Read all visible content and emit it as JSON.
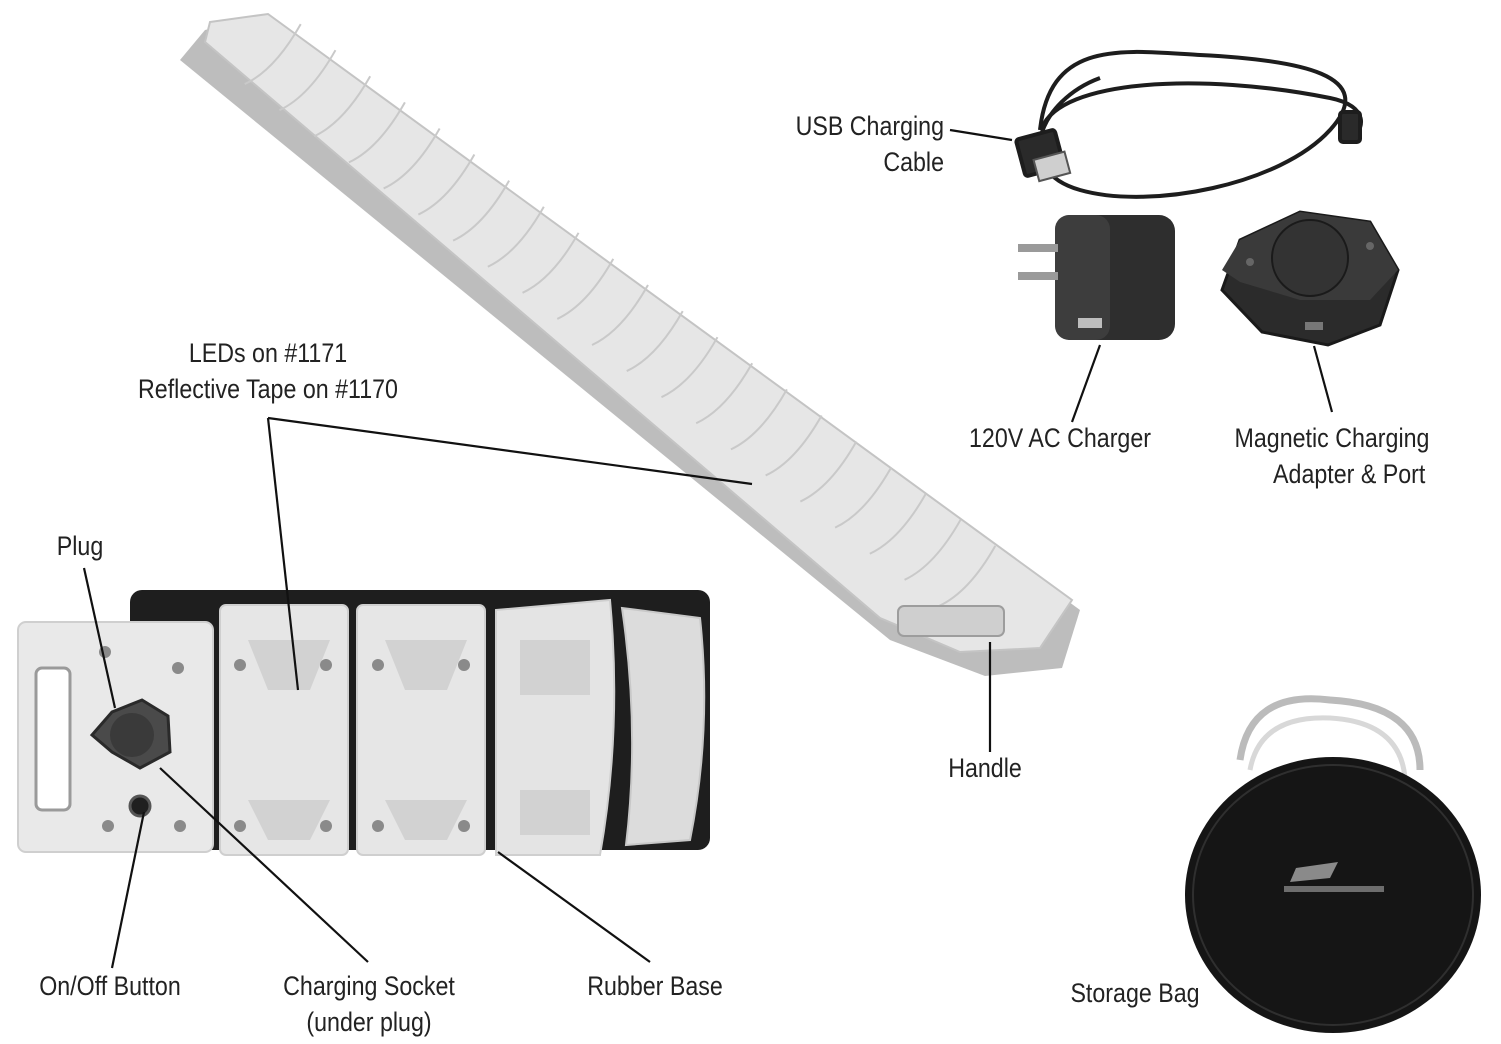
{
  "colors": {
    "background": "#ffffff",
    "label_text": "#222222",
    "leader_line": "#111111",
    "bump_body": "#e4e4e4",
    "bump_shadow": "#b9b9b9",
    "rubber_base": "#2a2a2a",
    "accessory_dark": "#2b2b2b",
    "bag_body": "#151515"
  },
  "labels": {
    "usb_cable": [
      "USB Charging",
      "Cable"
    ],
    "leds": [
      "LEDs on #1171",
      "Reflective Tape on #1170"
    ],
    "ac_charger": "120V AC Charger",
    "magnetic_adapter": [
      "Magnetic Charging",
      "Adapter & Port"
    ],
    "plug": "Plug",
    "handle": "Handle",
    "on_off_button": "On/Off Button",
    "charging_socket": [
      "Charging Socket",
      "(under plug)"
    ],
    "rubber_base": "Rubber Base",
    "storage_bag": "Storage Bag"
  },
  "icons": {
    "speed_bump": "portable-speed-bump",
    "speed_bump_closeup": "speed-bump-end-closeup",
    "usb_cable": "usb-cable-icon",
    "ac_charger": "wall-charger-icon",
    "magnetic_adapter": "magnetic-adapter-icon",
    "storage_bag": "storage-bag-icon"
  }
}
